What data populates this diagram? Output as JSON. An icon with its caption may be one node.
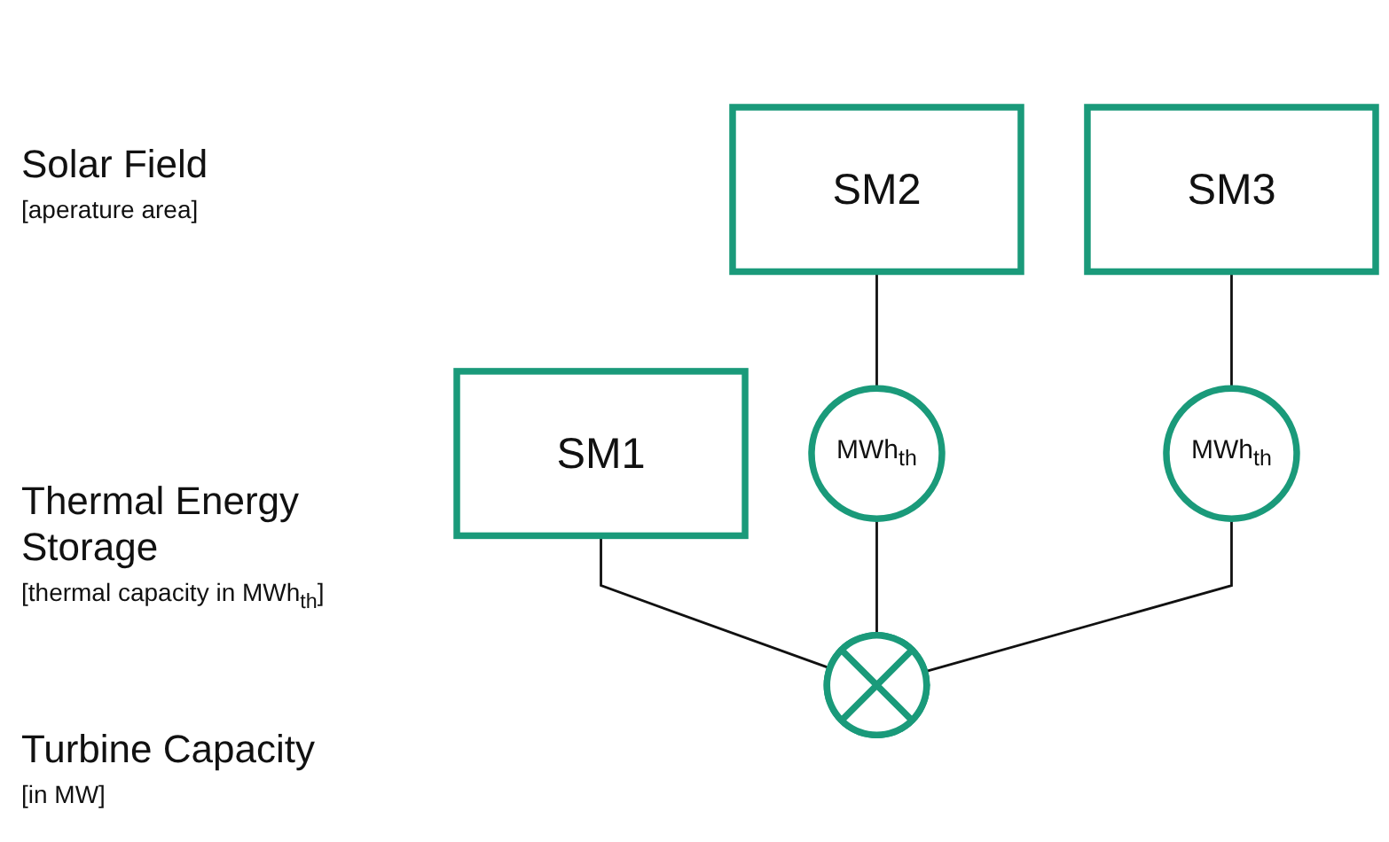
{
  "diagram": {
    "nodes": [
      {
        "text": [
          "SM1"
        ]
      },
      {
        "text": [
          "SM2"
        ]
      },
      {
        "text": [
          "SM3"
        ]
      },
      {
        "text": [
          "MWh$_{th}$"
        ]
      },
      {
        "text": [
          "MWh$_{th}$"
        ]
      },
      {
        "text": [],
        "shape": "circle"
      }
    ],
    "edges": [
      {
        "from": 0,
        "to": 5,
        "arrow": "none"
      },
      {
        "from": 1,
        "to": 3,
        "arrow": "none"
      },
      {
        "from": 2,
        "to": 4,
        "arrow": "none"
      },
      {
        "from": 3,
        "to": 5,
        "arrow": "none"
      },
      {
        "from": 4,
        "to": 5,
        "arrow": "none"
      }
    ],
    "labels": [
      "Solar Field",
      "[aperature area]",
      "Thermal Energy Storage",
      "[thermal capacity in MWh$_{th}$]",
      "Turbine Capacity",
      "[in MW]"
    ]
  }
}
